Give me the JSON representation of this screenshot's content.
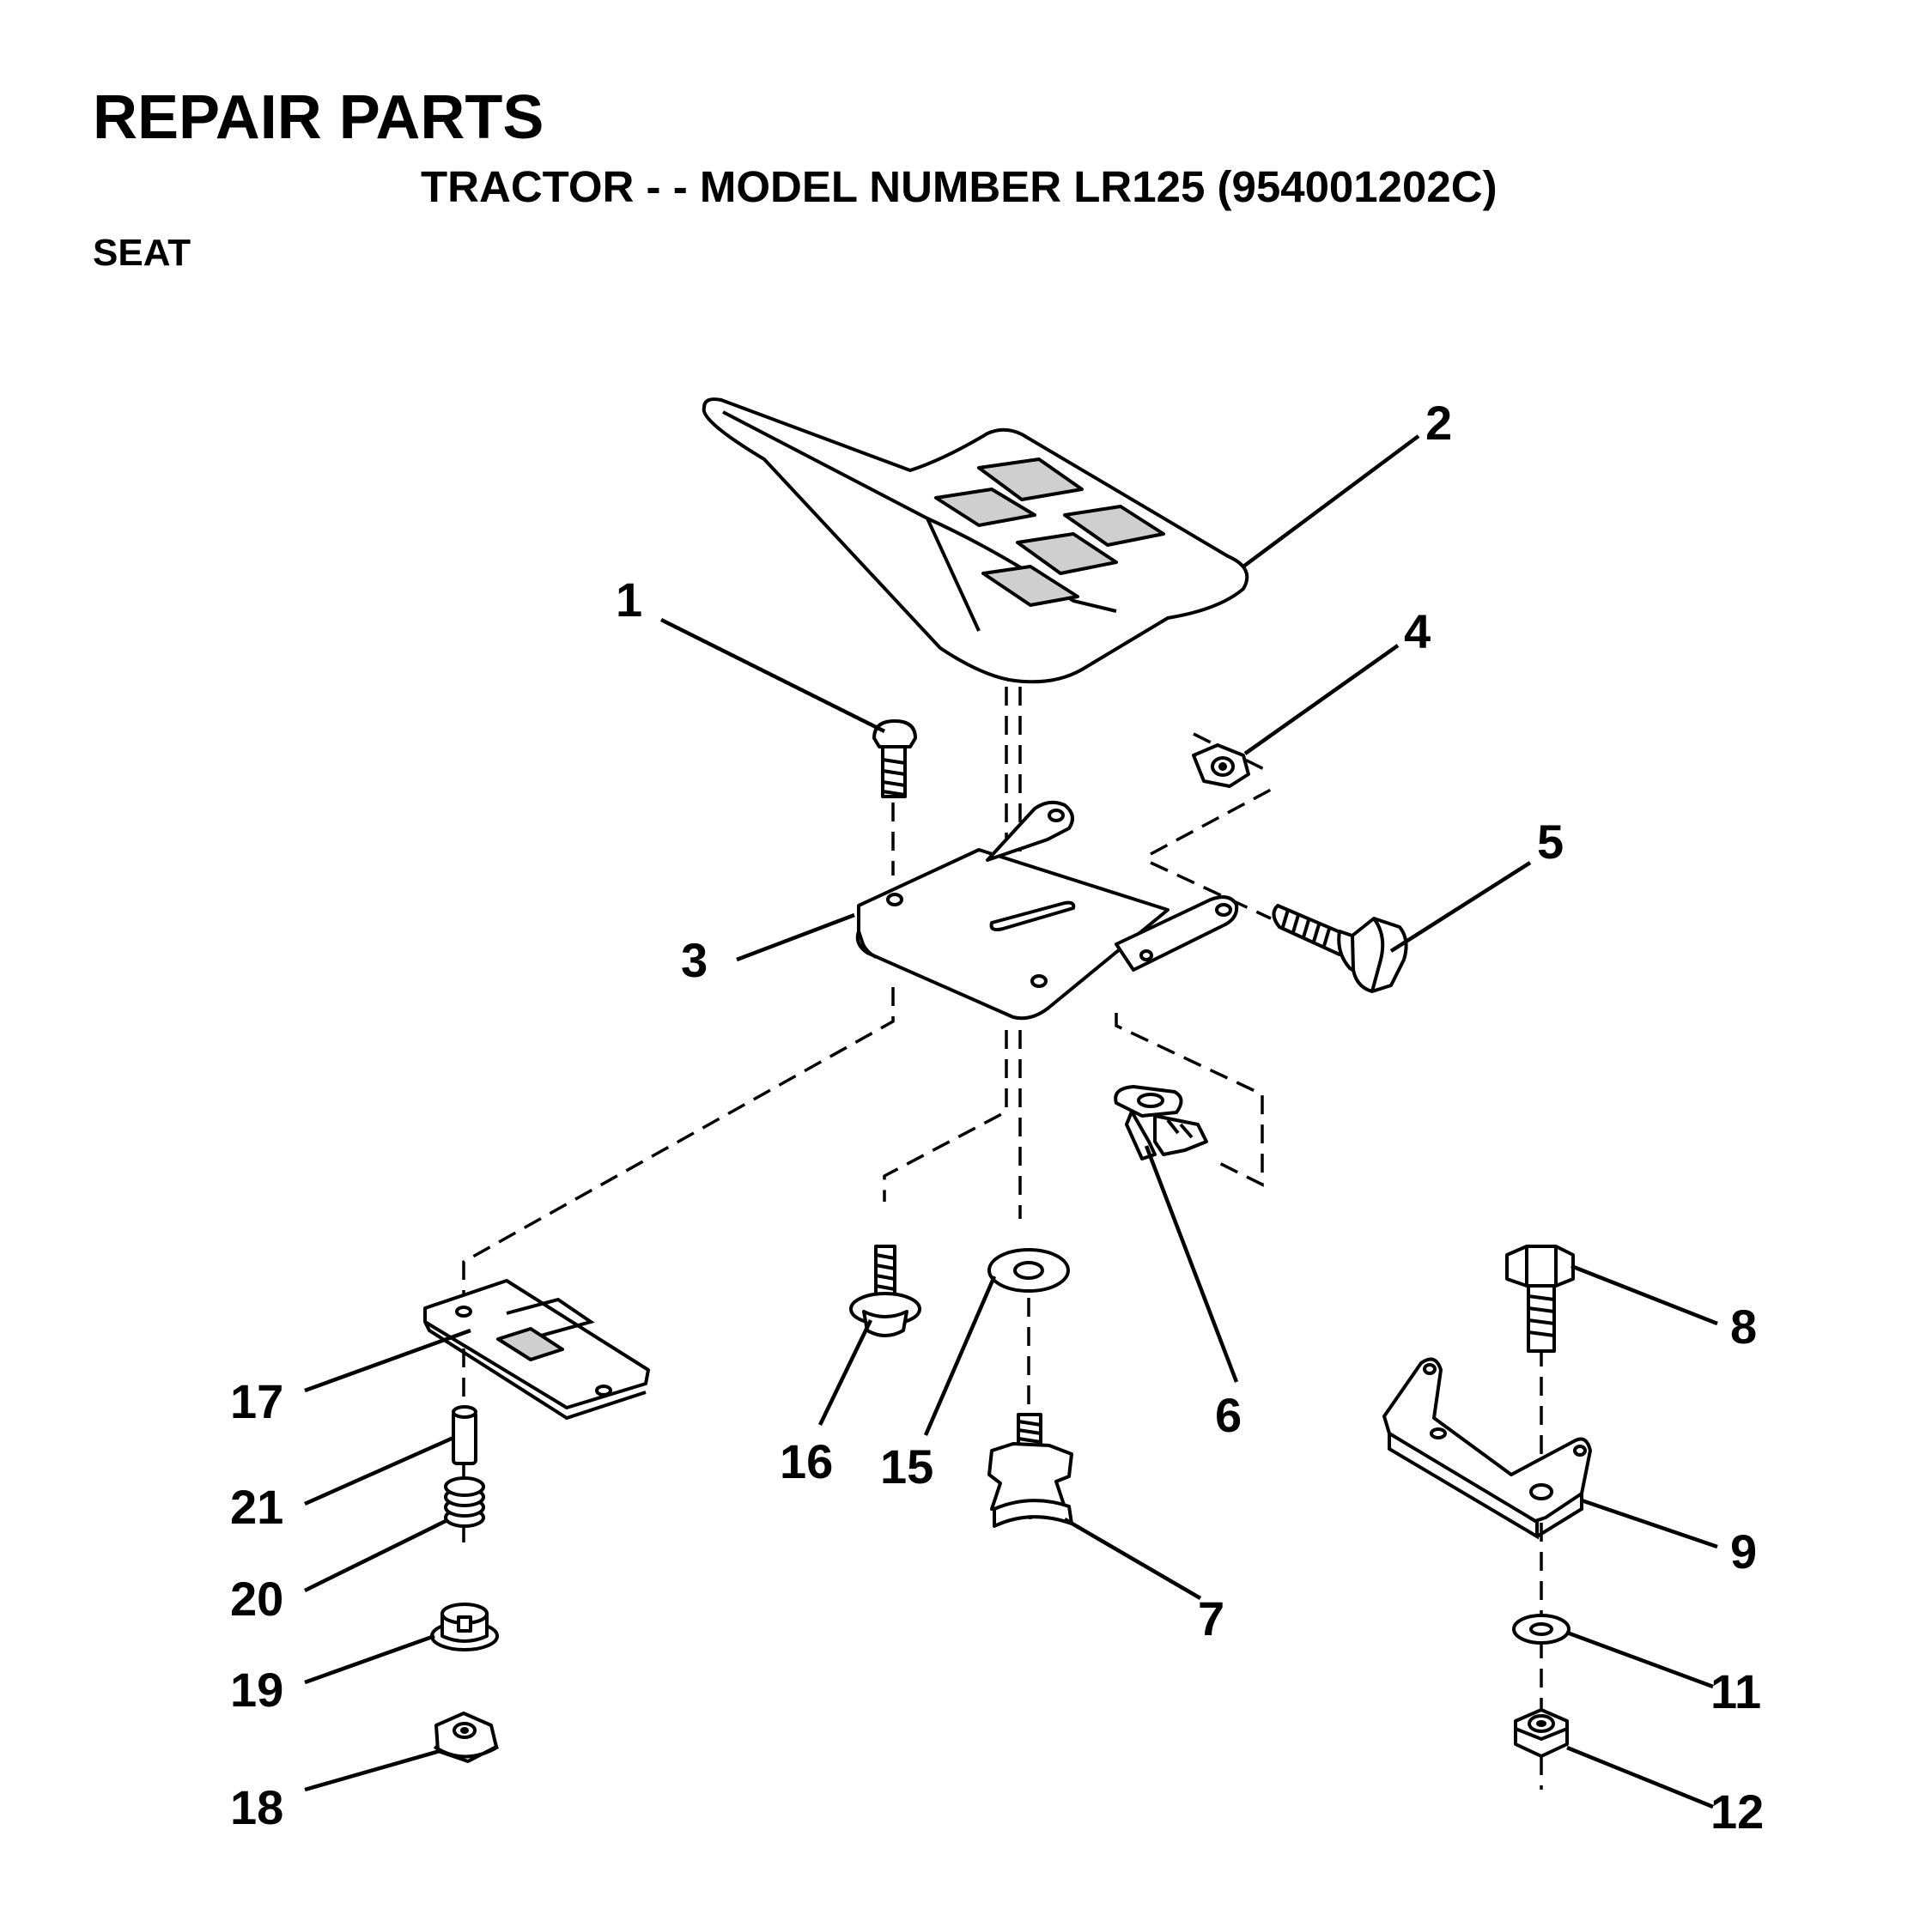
{
  "header": {
    "title": "REPAIR PARTS",
    "subtitle": "TRACTOR - - MODEL NUMBER LR125 (954001202C)",
    "section": "SEAT"
  },
  "callouts": [
    "1",
    "2",
    "3",
    "4",
    "5",
    "6",
    "7",
    "8",
    "9",
    "11",
    "12",
    "15",
    "16",
    "17",
    "18",
    "19",
    "20",
    "21"
  ]
}
